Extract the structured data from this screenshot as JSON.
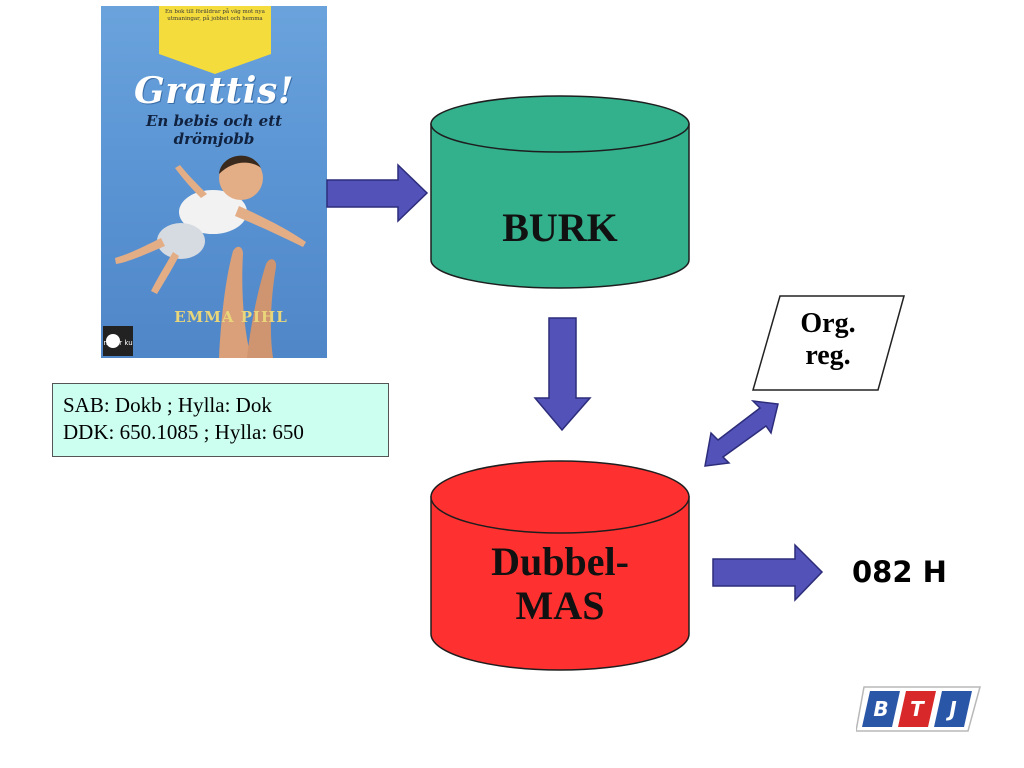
{
  "book_cover": {
    "banner_text": "En bok till föräldrar på väg mot nya utmaningar, på jobbet och hemma",
    "title": "Grattis!",
    "subtitle_line1": "En bebis och ett",
    "subtitle_line2": "drömjobb",
    "author": "EMMA PIHL",
    "publisher": "natur kultur"
  },
  "classification": {
    "line1": "SAB: Dokb ; Hylla: Dok",
    "line2": "DDK: 650.1085 ; Hylla: 650"
  },
  "nodes": {
    "burk": "BURK",
    "dubbel_line1": "Dubbel-",
    "dubbel_line2": "MAS",
    "org_line1": "Org.",
    "org_line2": "reg."
  },
  "output_code": "082 H",
  "logo": {
    "letters": [
      "B",
      "T",
      "J"
    ]
  },
  "colors": {
    "burk": "#33b08c",
    "dubbel": "#ff3030",
    "arrow": "#5252b8",
    "classification_bg": "#ccfff0",
    "logo_blue": "#2a56a8",
    "logo_red": "#d8282a"
  }
}
